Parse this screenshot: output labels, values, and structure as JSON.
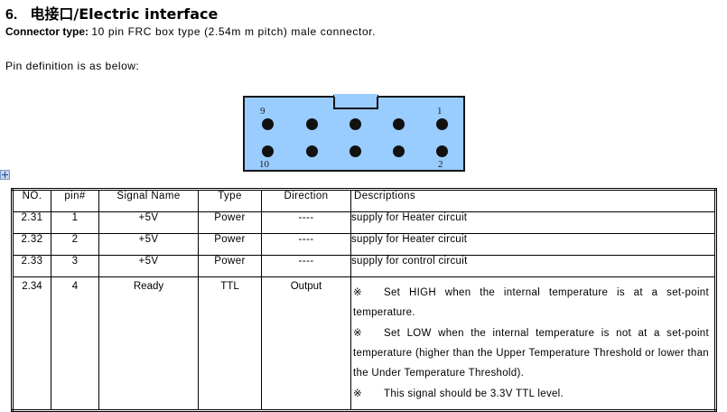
{
  "heading": {
    "number": "6.",
    "title": "电接口/Electric interface"
  },
  "connector_type": {
    "label": "Connector type:",
    "value": "10 pin FRC box type (2.54m m  pitch) male  connector."
  },
  "pin_definition_note": "Pin definition  is as below:",
  "connector_figure": {
    "labels": {
      "top_left": "9",
      "top_right": "1",
      "bottom_left": "10",
      "bottom_right": "2"
    },
    "body_color": "#99ccff",
    "pin_color": "#111111",
    "outline_color": "#15161a",
    "pin_count": 10
  },
  "table": {
    "headers": [
      "NO.",
      "pin#",
      "Signal Name",
      "Type",
      "Direction",
      "Descriptions"
    ],
    "rows": [
      {
        "no": "2.31",
        "pin": "1",
        "signal": "+5V",
        "type": "Power",
        "direction": "----",
        "description": "supply for Heater circuit"
      },
      {
        "no": "2.32",
        "pin": "2",
        "signal": "+5V",
        "type": "Power",
        "direction": "----",
        "description": "supply for Heater circuit"
      },
      {
        "no": "2.33",
        "pin": "3",
        "signal": "+5V",
        "type": "Power",
        "direction": "----",
        "description": "supply for control circuit"
      },
      {
        "no": "2.34",
        "pin": "4",
        "signal": "Ready",
        "type": "TTL",
        "direction": "Output",
        "description_items": [
          {
            "mark": "※",
            "text": "Set HIGH when the internal temperature is at a set-point temperature."
          },
          {
            "mark": "※",
            "text": "Set LOW when the internal temperature is not at a set-point temperature (higher than the Upper Temperature Threshold or lower than the Under Temperature Threshold)."
          },
          {
            "mark": "※",
            "text": "This signal should be 3.3V TTL level."
          }
        ]
      }
    ]
  }
}
